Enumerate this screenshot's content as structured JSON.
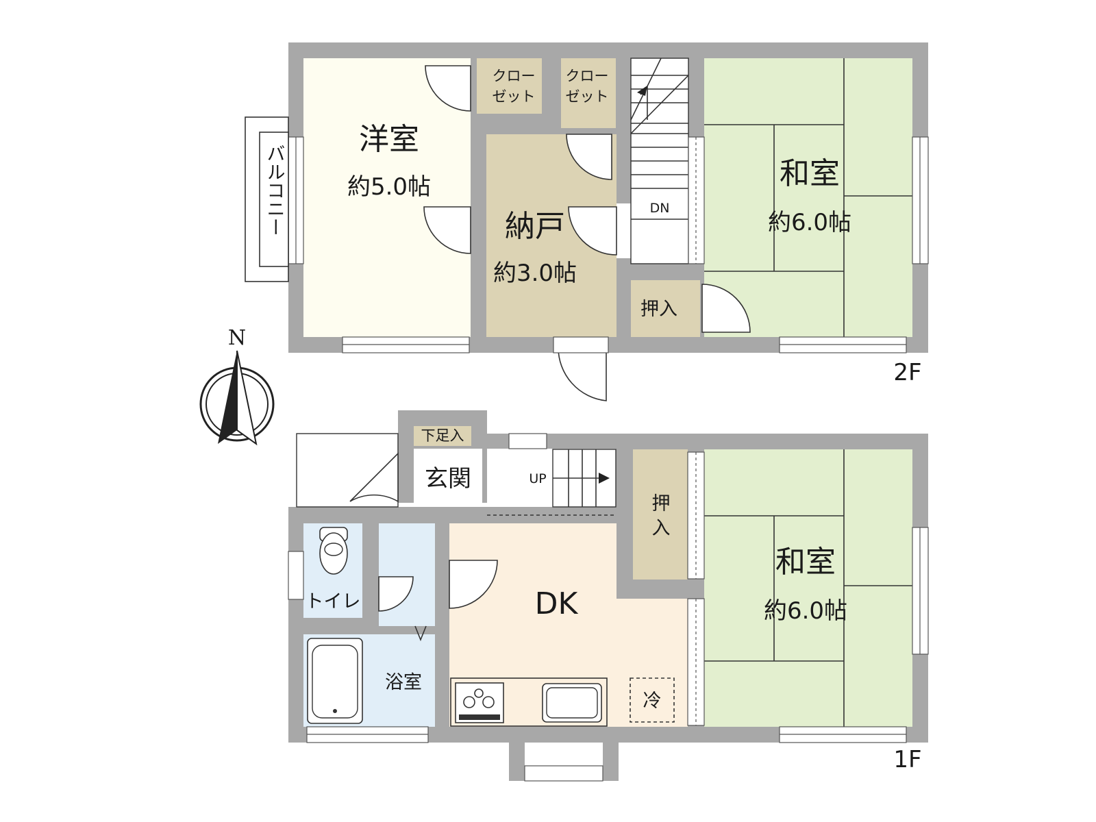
{
  "floor2": {
    "label": "2F",
    "balcony": "バルコニー",
    "western_room": {
      "name": "洋室",
      "size": "約5.0帖"
    },
    "storage_room": {
      "name": "納戸",
      "size": "約3.0帖"
    },
    "closet_1": {
      "line1": "クロー",
      "line2": "ゼット"
    },
    "closet_2": {
      "line1": "クロー",
      "line2": "ゼット"
    },
    "japanese_room": {
      "name": "和室",
      "size": "約6.0帖"
    },
    "oshiire": "押入",
    "stairs_label": "DN"
  },
  "floor1": {
    "label": "1F",
    "shoe_storage": "下足入",
    "entrance": "玄関",
    "stairs_label": "UP",
    "toilet": "トイレ",
    "bathroom": "浴室",
    "dk": "DK",
    "fridge": "冷",
    "oshiire_line1": "押",
    "oshiire_line2": "入",
    "japanese_room": {
      "name": "和室",
      "size": "約6.0帖"
    }
  },
  "compass": {
    "north": "N"
  },
  "colors": {
    "wall": "#a8a8a8",
    "western_room": "#fefdf0",
    "storage": "#dcd3b4",
    "japanese_room": "#e3efcf",
    "wet_area": "#e1eef8",
    "dk": "#fcf0df",
    "hall": "#ffffff"
  }
}
